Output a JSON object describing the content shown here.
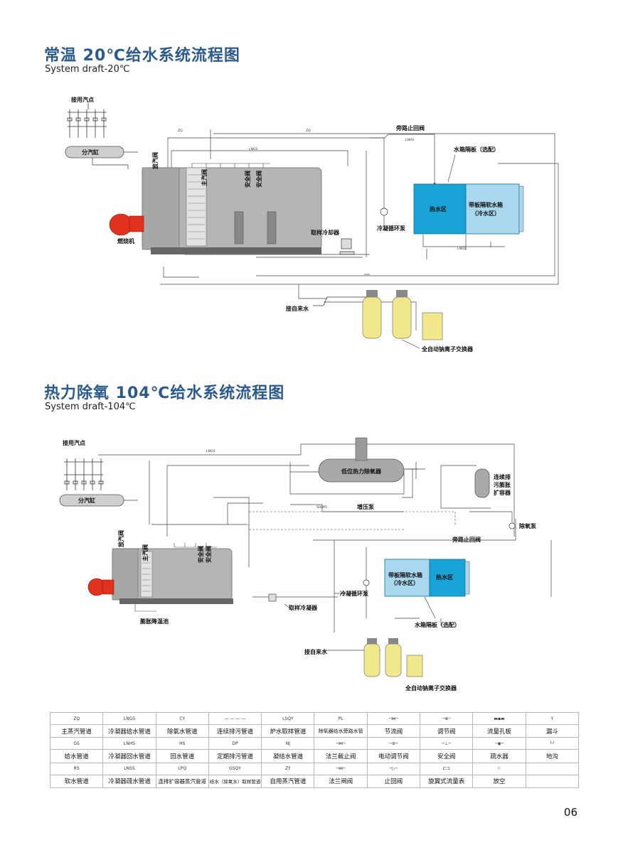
{
  "section1": {
    "title_zh": "常温 20℃给水系统流程图",
    "title_en": "System draft-20℃",
    "labels": {
      "steam_points": "接用汽点",
      "header": "分汽缸",
      "vent_valve": "放汽阀",
      "main_steam_valve": "主汽阀",
      "safety_valve_1": "安全阀",
      "safety_valve_2": "安全阀",
      "bypass_check_valve": "旁路止回阀",
      "partition_plate": "水箱隔板（选配）",
      "hot_zone": "热水区",
      "soft_tank_line1": "带板隔软水箱",
      "soft_tank_line2": "（冷水区）",
      "burner": "燃烧机",
      "sampling_cooler": "取样冷却器",
      "condensate_pump": "冷凝循环泵",
      "city_water": "接自来水",
      "ion_exchanger": "全自动钠离子交换器"
    }
  },
  "section2": {
    "title_zh": "热力除氧 104℃给水系统流程图",
    "title_en": "System draft-104℃",
    "labels": {
      "steam_points": "接用汽点",
      "header": "分汽缸",
      "deaerator": "低位热力除氧器",
      "booster_pump": "增压泵",
      "flash_tank_line1": "连续排",
      "flash_tank_line2": "污膨胀",
      "flash_tank_line3": "扩容器",
      "deaerator_pump": "除氧泵",
      "bypass_check_valve": "旁路止回阀",
      "vent_valve": "放汽阀",
      "main_steam_valve": "主汽阀",
      "safety_valve_1": "安全阀",
      "safety_valve_2": "安全阀",
      "soft_tank_line1": "带板隔软水箱",
      "soft_tank_line2": "（冷水区）",
      "hot_zone": "热水区",
      "condensate_pump": "冷凝循环泵",
      "sampling_cooler": "取样冷凝器",
      "expansion_pool": "膨胀降温池",
      "partition_plate": "水箱隔板（选配）",
      "city_water": "接自来水",
      "ion_exchanger": "全自动钠离子交换器"
    }
  },
  "line_codes": {
    "zq": "ZQ",
    "lngs": "LNGS",
    "cy": "CY",
    "lsqy": "LSQY",
    "pl": "PL",
    "gs": "GS",
    "lnhs": "LNHS",
    "hs": "HS",
    "dp": "DP",
    "nj": "NJ",
    "rs": "RS",
    "lnss": "LNSS",
    "lpq": "LPQ",
    "gsqy": "GSQY",
    "zy": "ZY"
  },
  "legend": {
    "row1": [
      "主蒸汽管道",
      "冷凝器给水管道",
      "除氧水管道",
      "连续排污管道",
      "炉水取样管道",
      "除氧器给水旁路水管",
      "节流阀",
      "调节阀",
      "流量孔板",
      "漏斗"
    ],
    "row2": [
      "给水管道",
      "冷凝器回水管道",
      "回水管道",
      "定期排污管道",
      "凝结水管道",
      "法兰截止阀",
      "电动调节阀",
      "安全阀",
      "疏水器",
      "地沟"
    ],
    "row3": [
      "软水管道",
      "冷凝器疏水管道",
      "连排扩容器蒸汽管道",
      "给水（除氧水）取样管道",
      "自用蒸汽管道",
      "法兰闸阀",
      "止回阀",
      "旋翼式流量表",
      "放空"
    ]
  },
  "page_number": "06",
  "colors": {
    "title": "#2b5a8c",
    "hot_zone": "#1aa3d6",
    "cold_zone": "#a9d8ee",
    "burner": "#e0321e",
    "softener": "#f0e88a",
    "boiler": "#b5b5b5"
  }
}
